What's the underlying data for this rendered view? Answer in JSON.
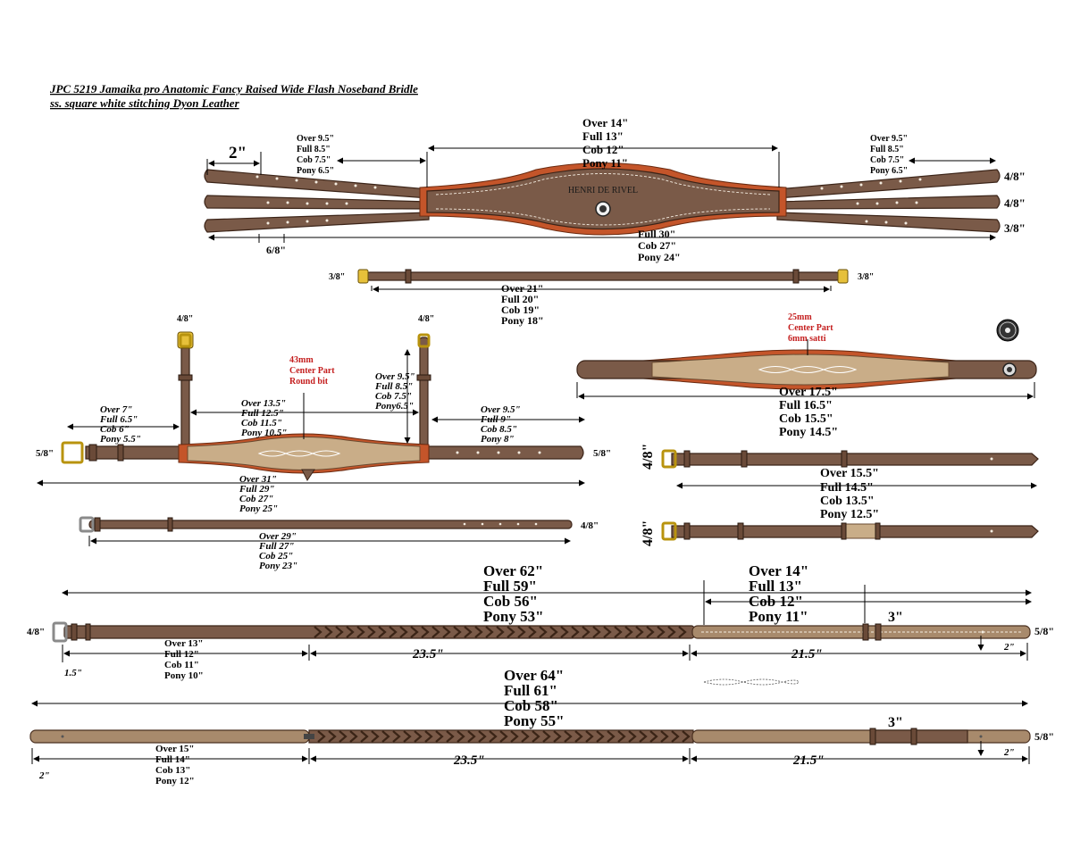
{
  "title": {
    "line1": "JPC 5219 Jamaika pro Anatomic Fancy Raised Wide Flash Noseband Bridle",
    "line2": "ss. square white stitching Dyon Leather"
  },
  "headpiece": {
    "end_length": "2\"",
    "left_end": [
      "Over 9.5\"",
      "Full 8.5\"",
      "Cob 7.5\"",
      "Pony 6.5\""
    ],
    "right_end": [
      "Over 9.5\"",
      "Full 8.5\"",
      "Cob 7.5\"",
      "Pony 6.5\""
    ],
    "center": [
      "Over 14\"",
      "Full 13\"",
      "Cob 12\"",
      "Pony 11\""
    ],
    "total": [
      "Full 30\"",
      "Cob 27\"",
      "Pony 24\""
    ],
    "widths": [
      "4/8\"",
      "4/8\"",
      "3/8\""
    ],
    "hole_spacing": "6/8\"",
    "brand_text": "HENRI DE RIVEL"
  },
  "browband_strap": {
    "width_left": "3/8\"",
    "width_right": "3/8\"",
    "lengths": [
      "Over 21\"",
      "Full 20\"",
      "Cob 19\"",
      "Pony 18\""
    ]
  },
  "noseband": {
    "cheek_left": "4/8\"",
    "cheek_right": "4/8\"",
    "center_note": [
      "43mm",
      "Center Part",
      "Round bit"
    ],
    "left_end": [
      "Over 7\"",
      "Full 6.5\"",
      "Cob 6\"",
      "Pony 5.5\""
    ],
    "center": [
      "Over 13.5\"",
      "Full 12.5\"",
      "Cob 11.5\"",
      "Pony 10.5\""
    ],
    "cheek_drop": [
      "Over 9.5\"",
      "Full 8.5\"",
      "Cob 7.5\"",
      "Pony6.5\""
    ],
    "right_end": [
      "Over 9.5\"",
      "Full 9\"",
      "Cob 8.5\"",
      "Pony 8\""
    ],
    "width_left": "5/8\"",
    "width_right": "5/8\"",
    "total": [
      "Over 31\"",
      "Full 29\"",
      "Cob 27\"",
      "Pony 25\""
    ]
  },
  "flash_strap": {
    "width": "4/8\"",
    "lengths": [
      "Over 29\"",
      "Full 27\"",
      "Cob 25\"",
      "Pony 23\""
    ]
  },
  "browband": {
    "center_note": [
      "25mm",
      "Center Part",
      "6mm satti"
    ],
    "lengths": [
      "Over 17.5\"",
      "Full 16.5\"",
      "Cob 15.5\"",
      "Pony 14.5\""
    ]
  },
  "cheekpiece": {
    "width": "4/8\"",
    "lengths": [
      "Over 15.5\"",
      "Full 14.5\"",
      "Cob 13.5\"",
      "Pony 12.5\""
    ]
  },
  "cheekpiece2": {
    "width": "4/8\""
  },
  "rein1": {
    "total": [
      "Over 62\"",
      "Full 59\"",
      "Cob 56\"",
      "Pony 53\""
    ],
    "hand_part": [
      "Over 14\"",
      "Full 13\"",
      "Cob 12\"",
      "Pony 11\""
    ],
    "buckle_end": [
      "Over 13\"",
      "Full 12\"",
      "Cob 11\"",
      "Pony 10\""
    ],
    "width_left": "4/8\"",
    "width_right": "5/8\"",
    "short_left": "1.5\"",
    "braided": "23.5\"",
    "plain": "21.5\"",
    "loop": "3\"",
    "end": "2\""
  },
  "rein2": {
    "total": [
      "Over 64\"",
      "Full 61\"",
      "Cob 58\"",
      "Pony 55\""
    ],
    "buckle_end": [
      "Over 15\"",
      "Full 14\"",
      "Cob 13\"",
      "Pony 12\""
    ],
    "width_right": "5/8\"",
    "short_left": "2\"",
    "braided": "23.5\"",
    "plain": "21.5\"",
    "loop": "3\"",
    "end": "2\""
  },
  "colors": {
    "leather": "#7a5a48",
    "padding": "#c4552a",
    "tan_insert": "#c9ad88",
    "brass": "#e6c03a",
    "note_red": "#c41e1e"
  }
}
